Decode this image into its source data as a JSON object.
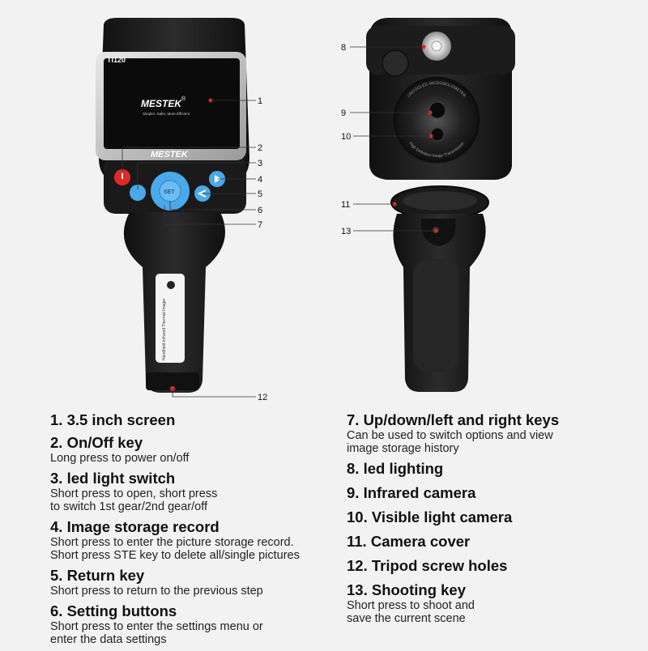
{
  "device": {
    "model": "TI120",
    "brand": "MESTEK",
    "brand_mark": "®",
    "tagline": "Simpler, Safer, More Efficient",
    "set_key": "SET",
    "lens_ring_text": "UNCOOLED MICROBOLOMETER",
    "lens_ring_text_lower": "High Definition Image Transmission",
    "label_text": "Handheld Infrared Thermal Imager"
  },
  "callouts": [
    "1",
    "2",
    "3",
    "4",
    "5",
    "6",
    "7",
    "8",
    "9",
    "10",
    "11",
    "12",
    "13"
  ],
  "legend_left": [
    {
      "title": "1. 3.5 inch screen",
      "desc": ""
    },
    {
      "title": "2. On/Off key",
      "desc": "Long press to power on/off"
    },
    {
      "title": "3. led light switch",
      "desc": "Short press to open, short press\nto switch 1st gear/2nd gear/off"
    },
    {
      "title": "4. Image storage record",
      "desc": "Short press to enter the picture storage record.\nShort press STE key to delete all/single pictures"
    },
    {
      "title": "5. Return key",
      "desc": "Short press to return to the previous step"
    },
    {
      "title": "6. Setting buttons",
      "desc": "Short press to enter the settings menu or\nenter the data settings"
    }
  ],
  "legend_right": [
    {
      "title": "7. Up/down/left and right keys",
      "desc": "Can be used to switch options and view\nimage storage history"
    },
    {
      "title": "8. led lighting",
      "desc": ""
    },
    {
      "title": "9. Infrared camera",
      "desc": ""
    },
    {
      "title": "10. Visible light camera",
      "desc": ""
    },
    {
      "title": "11. Camera cover",
      "desc": ""
    },
    {
      "title": "12. Tripod screw holes",
      "desc": ""
    },
    {
      "title": "13. Shooting key",
      "desc": "Short press to shoot and\nsave the current scene"
    }
  ],
  "colors": {
    "body": "#1e1e1e",
    "body_highlight": "#3a3a3a",
    "bezel": "#c9c9c9",
    "screen": "#0b0b0b",
    "power_key": "#e02a2a",
    "nav_key": "#4aa9e8",
    "callout_dot": "#e02a2a"
  }
}
